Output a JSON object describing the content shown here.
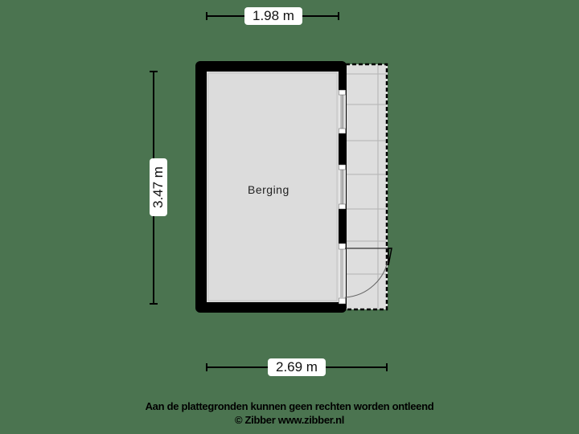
{
  "floorplan": {
    "background_color": "#4b7450",
    "rooms": [
      {
        "name": "Berging"
      }
    ],
    "dimensions": {
      "top_width": "1.98 m",
      "left_height": "3.47 m",
      "bottom_width": "2.69 m"
    }
  },
  "footer": {
    "disclaimer": "Aan de plattegronden kunnen geen rechten worden ontleend",
    "copyright": "© Zibber www.zibber.nl"
  }
}
